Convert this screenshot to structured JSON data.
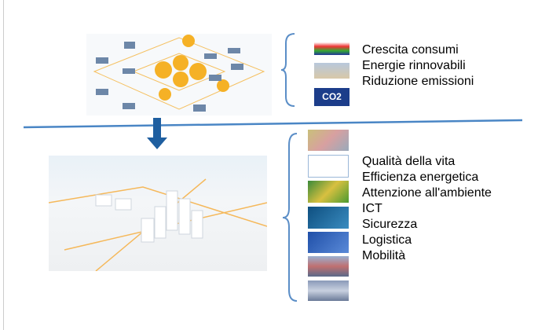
{
  "top_list": [
    "Crescita consumi",
    "Energie rinnovabili",
    "Riduzione emissioni"
  ],
  "bottom_list": [
    "Qualità della vita",
    "Efficienza energetica",
    "Attenzione all'ambiente",
    "ICT",
    "Sicurezza",
    "Logistica",
    "Mobilità"
  ],
  "thumb_co2_label": "CO2",
  "colors": {
    "divider": "#4a86c5",
    "arrow": "#1f5fa0",
    "orange": "#f5b126",
    "brace": "#5b8ec7"
  }
}
